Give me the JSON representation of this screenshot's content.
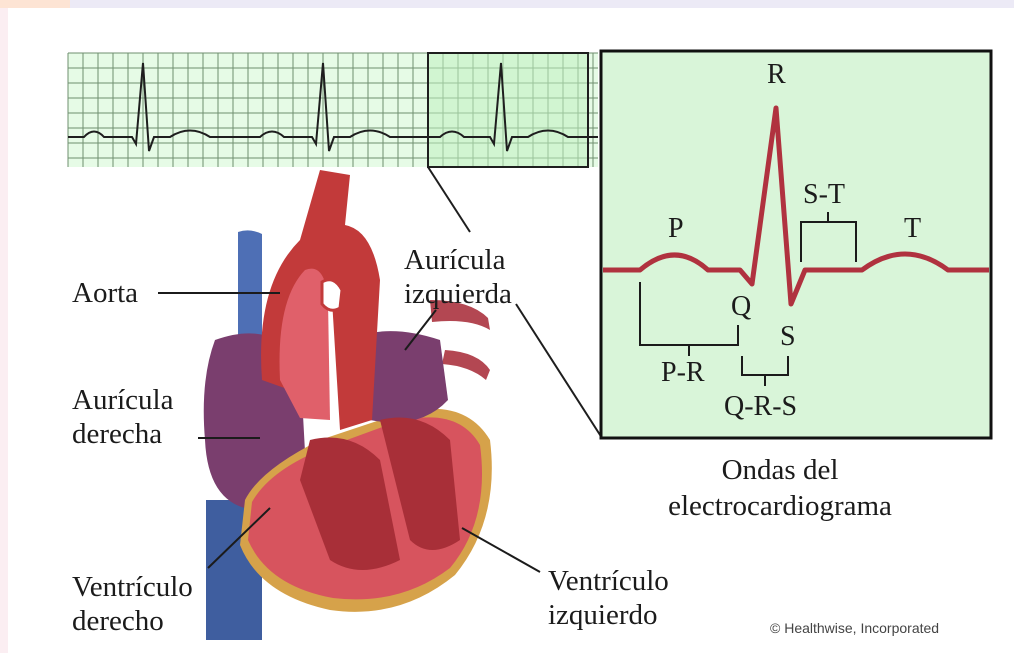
{
  "labels": {
    "aorta": "Aorta",
    "auricula_izquierda": [
      "Aurícula",
      "izquierda"
    ],
    "auricula_derecha": [
      "Aurícula",
      "derecha"
    ],
    "ventriculo_derecho": [
      "Ventrículo",
      "derecho"
    ],
    "ventriculo_izquierdo": [
      "Ventrículo",
      "izquierdo"
    ]
  },
  "waves": {
    "R": "R",
    "P": "P",
    "T": "T",
    "Q": "Q",
    "S": "S",
    "ST": "S-T",
    "PR": "P-R",
    "QRS": "Q-R-S"
  },
  "caption": [
    "Ondas del",
    "electrocardiograma"
  ],
  "credit": "© Healthwise, Incorporated",
  "colors": {
    "ecg_panel": "#d9f5d9",
    "grid_line": "#6f8f6f",
    "ecg_trace": "#1e1e1e",
    "wave_trace": "#b0323f",
    "aorta": "#c23a3a",
    "vena_cava": "#4e6fb5",
    "atrium": "#7a3e6e",
    "ventricle": "#d7545e",
    "muscle": "#a82f38",
    "fat": "#d6a24a"
  }
}
